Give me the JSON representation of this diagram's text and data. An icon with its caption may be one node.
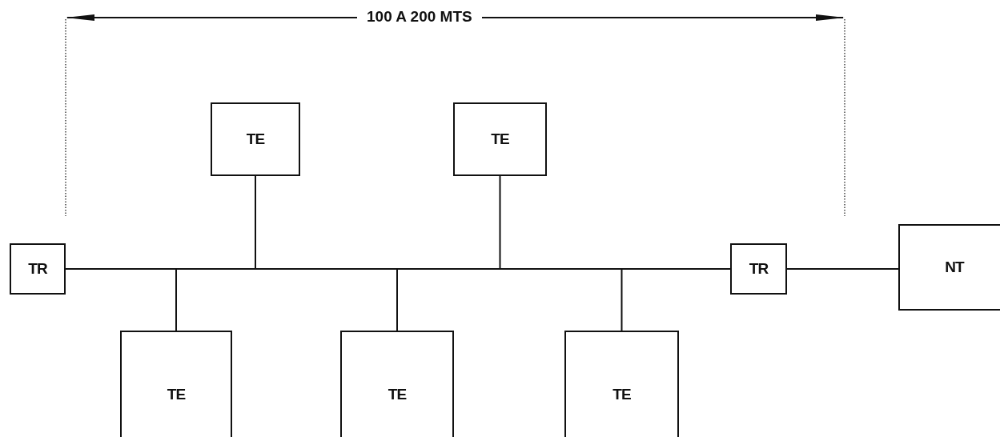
{
  "diagram": {
    "nodes": [
      {
        "text": [
          "TR"
        ]
      },
      {
        "text": [
          "TE"
        ]
      },
      {
        "text": [
          "TE"
        ]
      },
      {
        "text": [],
        "shape": "bar"
      },
      {
        "text": [
          "TR"
        ]
      },
      {
        "text": [
          "NT"
        ]
      },
      {
        "text": [
          "TE"
        ]
      },
      {
        "text": [
          "TE"
        ]
      },
      {
        "text": [
          "TE"
        ]
      }
    ],
    "edges": [
      {
        "from": 0,
        "to": 3,
        "arrow": "none"
      },
      {
        "from": 3,
        "to": 4,
        "arrow": "none"
      },
      {
        "from": 1,
        "to": 3,
        "arrow": "none"
      },
      {
        "from": 2,
        "to": 3,
        "arrow": "none"
      },
      {
        "from": 6,
        "to": 3,
        "arrow": "none"
      },
      {
        "from": 7,
        "to": 3,
        "arrow": "none"
      },
      {
        "from": 8,
        "to": 3,
        "arrow": "none"
      },
      {
        "from": 4,
        "to": 5,
        "arrow": "none"
      }
    ],
    "labels": [
      "100 A 200 MTS"
    ]
  }
}
